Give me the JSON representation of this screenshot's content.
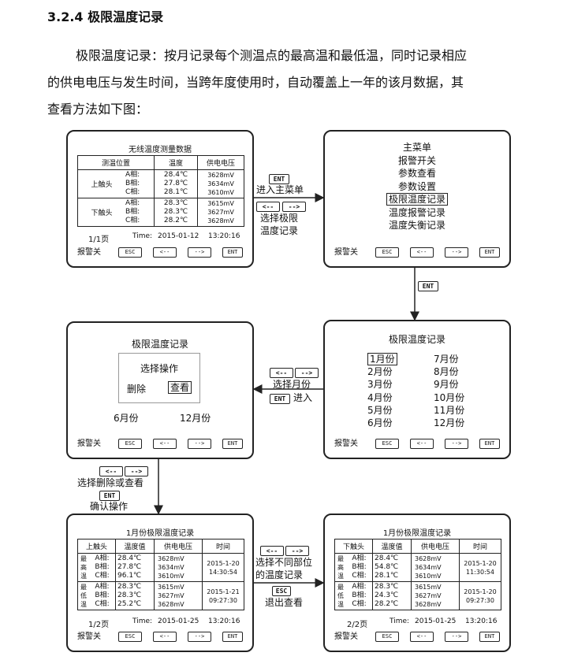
{
  "heading": "3.2.4  极限温度记录",
  "paragraph": {
    "line1": "极限温度记录：按月记录每个测温点的最高温和最低温，同时记录相应",
    "line2": "的供电电压与发生时间，当跨年度使用时，自动覆盖上一年的该月数据，其",
    "line3": "查看方法如下图："
  },
  "footer": {
    "alarm": "报警关",
    "esc": "ESC",
    "left": "<--",
    "right": "-->",
    "ent": "ENT"
  },
  "screen1": {
    "title": "无线温度测量数据",
    "headers": [
      "测温位置",
      "温度",
      "供电电压"
    ],
    "groups": [
      {
        "location": "上触头",
        "phases": [
          "A相:",
          "B相:",
          "C相:"
        ],
        "temps": [
          "28.4℃",
          "27.8℃",
          "28.1℃"
        ],
        "volts": [
          "3628mV",
          "3634mV",
          "3610mV"
        ]
      },
      {
        "location": "下触头",
        "phases": [
          "A相:",
          "B相:",
          "C相:"
        ],
        "temps": [
          "28.3℃",
          "28.3℃",
          "28.2℃"
        ],
        "volts": [
          "3615mV",
          "3627mV",
          "3628mV"
        ]
      }
    ],
    "page": "1/1页",
    "time_label": "Time:",
    "date": "2015-01-12",
    "clock": "13:20:16"
  },
  "screen2": {
    "menu": [
      "主菜单",
      "报警开关",
      "参数查看",
      "参数设置",
      "极限温度记录",
      "温度报警记录",
      "温度失衡记录"
    ]
  },
  "screen3": {
    "title": "极限温度记录",
    "left_months": [
      "1月份",
      "2月份",
      "3月份",
      "4月份",
      "5月份",
      "6月份"
    ],
    "right_months": [
      "7月份",
      "8月份",
      "9月份",
      "10月份",
      "11月份",
      "12月份"
    ]
  },
  "screen4": {
    "title": "极限温度记录",
    "dialog_title": "选择操作",
    "delete": "删除",
    "view": "查看",
    "month_left": "6月份",
    "month_right": "12月份"
  },
  "screen5": {
    "title": "1月份极限温度记录",
    "headers": [
      "上触头",
      "温度值",
      "供电电压",
      "时间"
    ],
    "rows": [
      {
        "label": [
          "最",
          "高",
          "温"
        ],
        "phases": [
          "A相:",
          "B相:",
          "C相:"
        ],
        "temps": [
          "28.4℃",
          "27.8℃",
          "96.1℃"
        ],
        "volts": [
          "3628mV",
          "3634mV",
          "3610mV"
        ],
        "date": "2015-1-20",
        "time": "14:30:54"
      },
      {
        "label": [
          "最",
          "低",
          "温"
        ],
        "phases": [
          "A相:",
          "B相:",
          "C相:"
        ],
        "temps": [
          "28.3℃",
          "28.3℃",
          "25.2℃"
        ],
        "volts": [
          "3615mV",
          "3627mV",
          "3628mV"
        ],
        "date": "2015-1-21",
        "time": "09:27:30"
      }
    ],
    "page": "1/2页",
    "time_label": "Time:",
    "date": "2015-01-25",
    "clock": "13:20:16"
  },
  "screen6": {
    "title": "1月份极限温度记录",
    "headers": [
      "下触头",
      "温度值",
      "供电电压",
      "时间"
    ],
    "rows": [
      {
        "label": [
          "最",
          "高",
          "温"
        ],
        "phases": [
          "A相:",
          "B相:",
          "C相:"
        ],
        "temps": [
          "28.4℃",
          "54.8℃",
          "28.1℃"
        ],
        "volts": [
          "3628mV",
          "3634mV",
          "3610mV"
        ],
        "date": "2015-1-20",
        "time": "11:30:54"
      },
      {
        "label": [
          "最",
          "低",
          "温"
        ],
        "phases": [
          "A相:",
          "B相:",
          "C相:"
        ],
        "temps": [
          "28.3℃",
          "24.3℃",
          "28.2℃"
        ],
        "volts": [
          "3615mV",
          "3627mV",
          "3628mV"
        ],
        "date": "2015-1-20",
        "time": "09:27:30"
      }
    ],
    "page": "2/2页",
    "time_label": "Time:",
    "date": "2015-01-25",
    "clock": "13:20:16"
  },
  "arrows": {
    "a1_key": "ENT",
    "a1_text": "进入主菜单",
    "a1_keys": [
      "<--",
      "-->"
    ],
    "a1_text2a": "选择极限",
    "a1_text2b": "温度记录",
    "a2_key": "ENT",
    "a3_keys": [
      "<--",
      "-->"
    ],
    "a3_text": "选择月份",
    "a3_key2": "ENT",
    "a3_text2": "进入",
    "a4_keys": [
      "<--",
      "-->"
    ],
    "a4_text": "选择删除或查看",
    "a4_key2": "ENT",
    "a4_text2": "确认操作",
    "a5_keys": [
      "<--",
      "-->"
    ],
    "a5_text_a": "选择不同部位",
    "a5_text_b": "的温度记录",
    "a5_key2": "ESC",
    "a5_text2": "退出查看"
  }
}
